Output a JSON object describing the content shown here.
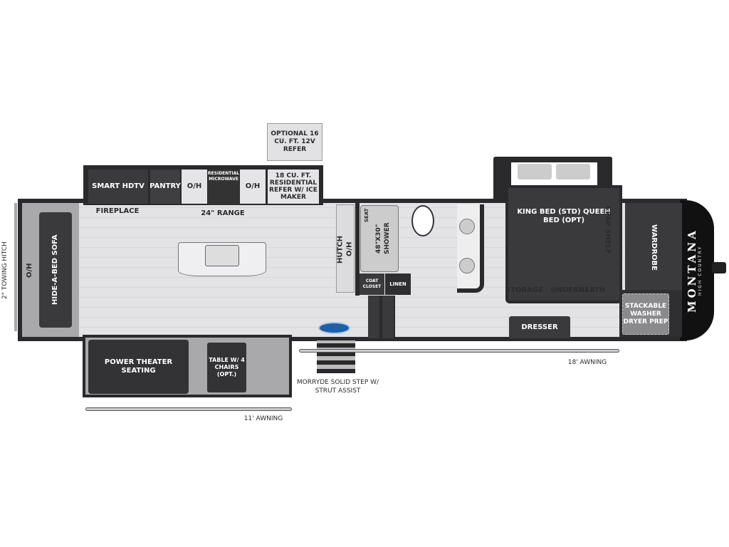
{
  "brand": {
    "logo_text": "MONTANA",
    "logo_subtext": "HIGH COUNTRY"
  },
  "labels": {
    "towing_hitch": "2\" TOWING HITCH",
    "oh_front": "O/H",
    "sofa": "HIDE-A-BED SOFA",
    "smart_tv": "SMART HDTV",
    "fireplace": "FIREPLACE",
    "pantry": "PANTRY",
    "oh_left": "O/H",
    "microwave": "RESIDENTIAL MICROWAVE",
    "oh_right": "O/H",
    "range": "24\" RANGE",
    "refer": "18 CU. FT. RESIDENTIAL REFER W/ ICE MAKER",
    "optional_refer": "OPTIONAL 16 CU. FT. 12V REFER",
    "hutch": "HUTCH",
    "hutch_oh": "O/H",
    "seat": "SEAT",
    "shower": "48\"X30\" SHOWER",
    "coat_closet": "COAT CLOSET",
    "linen": "LINEN",
    "bed": "KING BED (STD) QUEEN BED (OPT)",
    "cpap": "CPAP SHELF",
    "storage": "STORAGE   UNDERNEATH",
    "wardrobe": "WARDROBE",
    "washer": "STACKABLE WASHER DRYER PREP",
    "dresser": "DRESSER",
    "theater": "POWER THEATER SEATING",
    "table": "TABLE W/ 4 CHAIRS (OPT.)",
    "step": "MORRYDE SOLID STEP W/ STRUT ASSIST",
    "awning_18": "18' AWNING",
    "awning_11": "11' AWNING"
  },
  "colors": {
    "wall": "#2a2a2c",
    "furniture": "#3a393c",
    "floor": "#e3e3e5",
    "step_badge": "#1f5fa8"
  }
}
